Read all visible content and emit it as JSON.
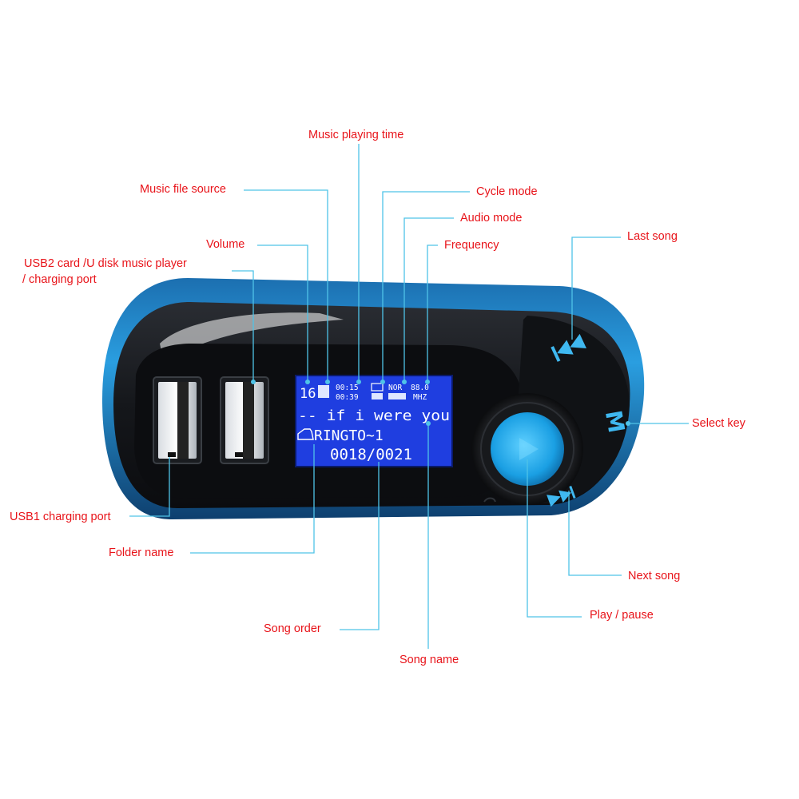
{
  "colors": {
    "label_text": "#e8141a",
    "leader_line": "#4fc3e8",
    "device_body": "#17191d",
    "device_rim": "#1f86c8",
    "lcd_background": "#1f3ee0",
    "knob_accent": "#1ea8e8"
  },
  "labels": {
    "music_playing_time": "Music playing time",
    "music_file_source": "Music file source",
    "cycle_mode": "Cycle mode",
    "audio_mode": "Audio mode",
    "volume": "Volume",
    "frequency": "Frequency",
    "last_song": "Last song",
    "usb2_line1": "USB2 card /U disk music player",
    "usb2_line2": "/ charging port",
    "select_key": "Select key",
    "usb1_charging_port": "USB1 charging port",
    "folder_name": "Folder name",
    "next_song": "Next song",
    "play_pause": "Play / pause",
    "song_order": "Song order",
    "song_name": "Song name"
  },
  "lcd": {
    "volume": "16",
    "time_elapsed": "00:15",
    "time_total": "00:39",
    "audio_mode": "NOR",
    "frequency": "88.0",
    "frequency_unit": "MHZ",
    "song_title": "-- if i were you",
    "folder": "RINGTO~1",
    "track_counter": "0018/0021"
  },
  "device": {
    "select_key_glyph": "M"
  }
}
